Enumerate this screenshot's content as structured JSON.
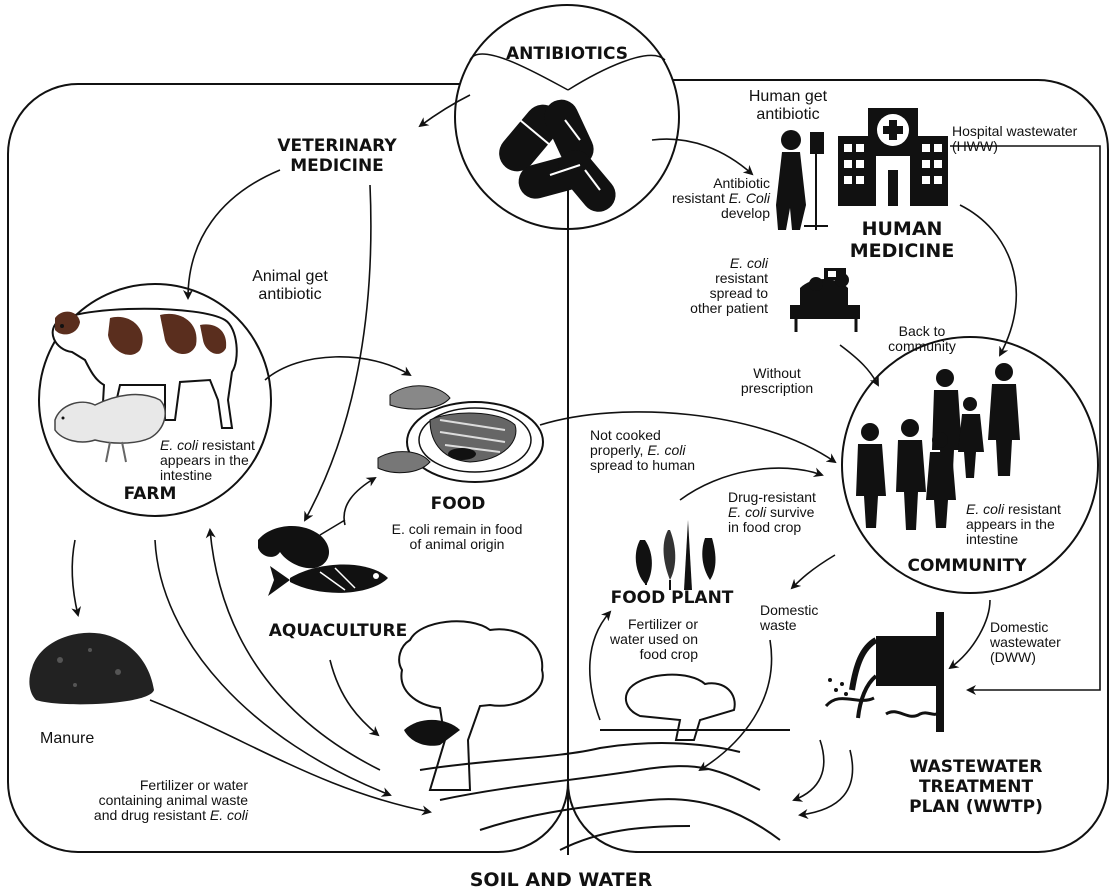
{
  "headers": {
    "antibiotics": "ANTIBIOTICS",
    "veterinary_medicine": "VETERINARY\nMEDICINE",
    "human_medicine": "HUMAN\nMEDICINE",
    "farm": "FARM",
    "food": "FOOD",
    "aquaculture": "AQUACULTURE",
    "food_plant": "FOOD PLANT",
    "community": "COMMUNITY",
    "wwtp": "WASTEWATER\nTREATMENT\nPLAN (WWTP)",
    "soil_and_water": "SOIL AND WATER"
  },
  "labels": {
    "human_get_antibiotic": "Human get\nantibiotic",
    "hospital_wastewater": "Hospital wastewater\n(HWW)",
    "resistant_develop_pre": "Antibiotic\nresistant ",
    "resistant_develop_it": "E. Coli",
    "resistant_develop_post": "\ndevelop",
    "spread_patient_it": "E. coli",
    "spread_patient_post": "\nresistant\nspread to\nother patient",
    "animal_get_antibiotic": "Animal get\nantibiotic",
    "back_to_community": "Back to\ncommunity",
    "without_prescription": "Without\nprescription",
    "farm_resistant_it": "E. coli",
    "farm_resistant_post": " resistant\nappears in the\nintestine",
    "not_cooked_pre": "Not cooked\nproperly, ",
    "not_cooked_it": "E. coli",
    "not_cooked_post": "\nspread to human",
    "drug_resistant_pre": "Drug-resistant\n",
    "drug_resistant_it": "E. coli",
    "drug_resistant_post": " survive\nin food crop",
    "food_desc": "E. coli  remain in food\nof animal  origin",
    "community_resistant_it": "E. coli",
    "community_resistant_post": " resistant\nappears in the\nintestine",
    "domestic_waste": "Domestic\nwaste",
    "domestic_wastewater": "Domestic\nwastewater\n(DWW)",
    "fertilizer_food_crop": "Fertilizer or\nwater used on\nfood crop",
    "manure": "Manure",
    "fertilizer_animal_pre": "Fertilizer or water\ncontaining animal waste\nand drug resistant ",
    "fertilizer_animal_it": "E. coli"
  },
  "icons": [
    "pills-icon",
    "patient-iv-icon",
    "hospital-icon",
    "hospital-bed-icon",
    "cow-icon",
    "chicken-icon",
    "food-plate-icon",
    "shrimp-icon",
    "fish-icon",
    "crops-icon",
    "family-icon",
    "outfall-pipe-icon",
    "manure-pile-icon",
    "tree-icon",
    "river-icon"
  ]
}
